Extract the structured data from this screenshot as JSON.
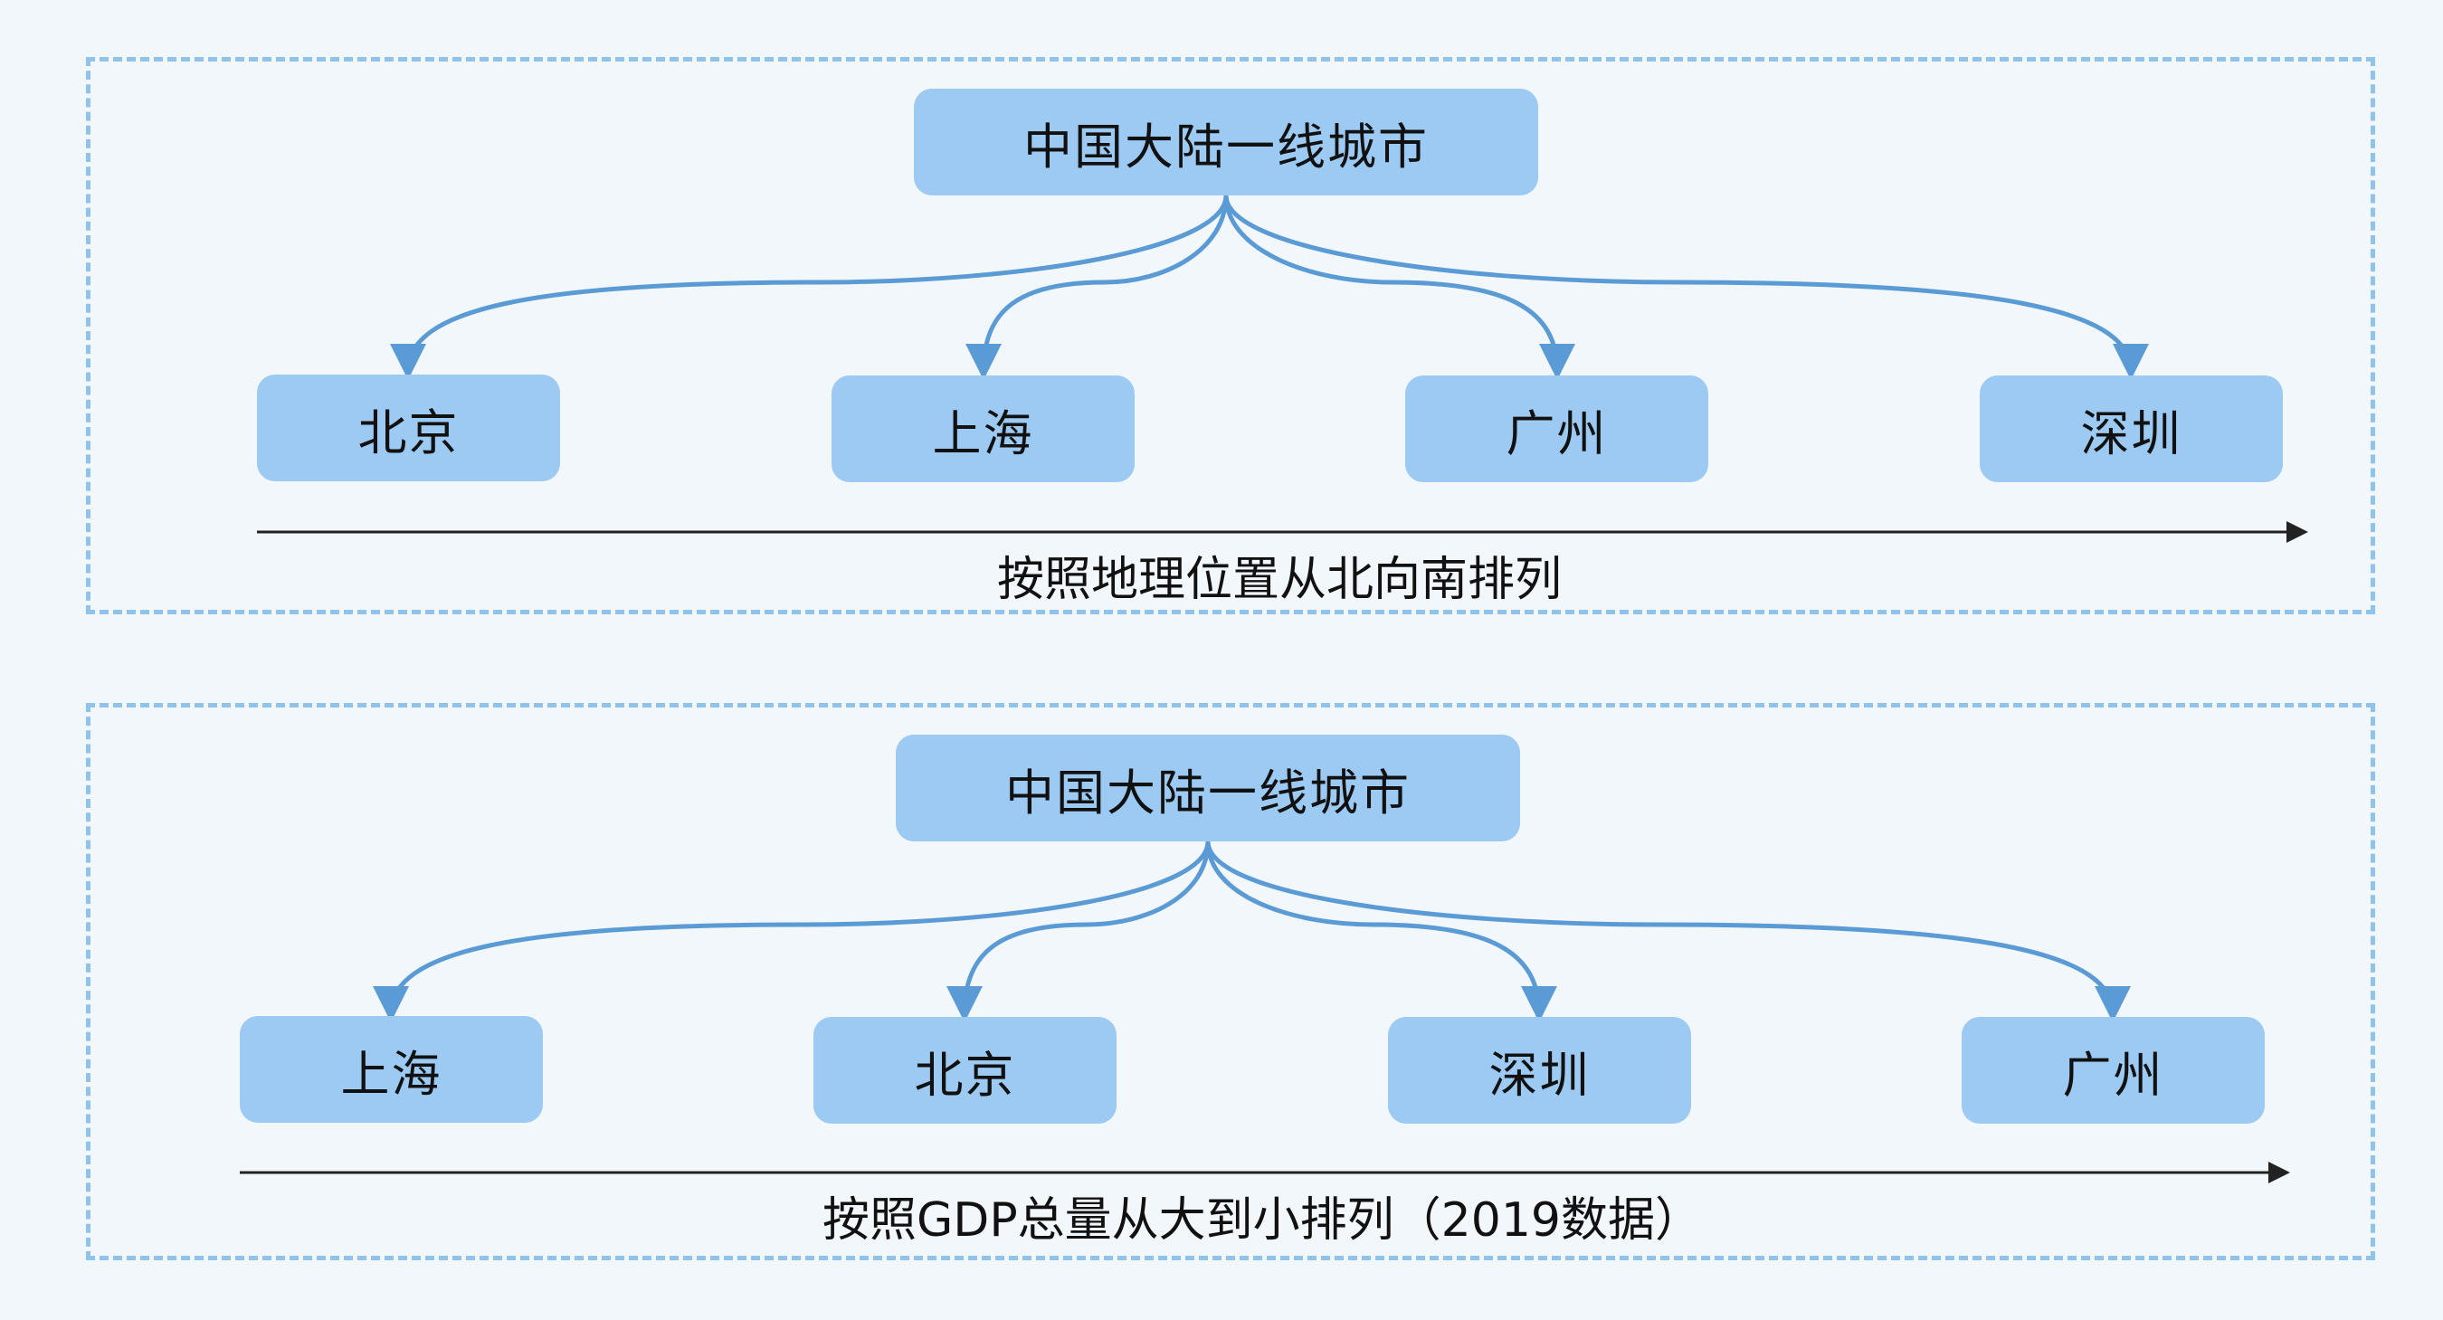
{
  "colors": {
    "background": "#f2f7fc",
    "panel_border": "#8fc3ec",
    "node_fill": "#9ccaf3",
    "link_stroke": "#5b9bd5",
    "axis_stroke": "#222222"
  },
  "diagrams": [
    {
      "root": "中国大陆一线城市",
      "children": [
        "北京",
        "上海",
        "广州",
        "深圳"
      ],
      "caption": "按照地理位置从北向南排列"
    },
    {
      "root": "中国大陆一线城市",
      "children": [
        "上海",
        "北京",
        "深圳",
        "广州"
      ],
      "caption": "按照GDP总量从大到小排列（2019数据）"
    }
  ]
}
